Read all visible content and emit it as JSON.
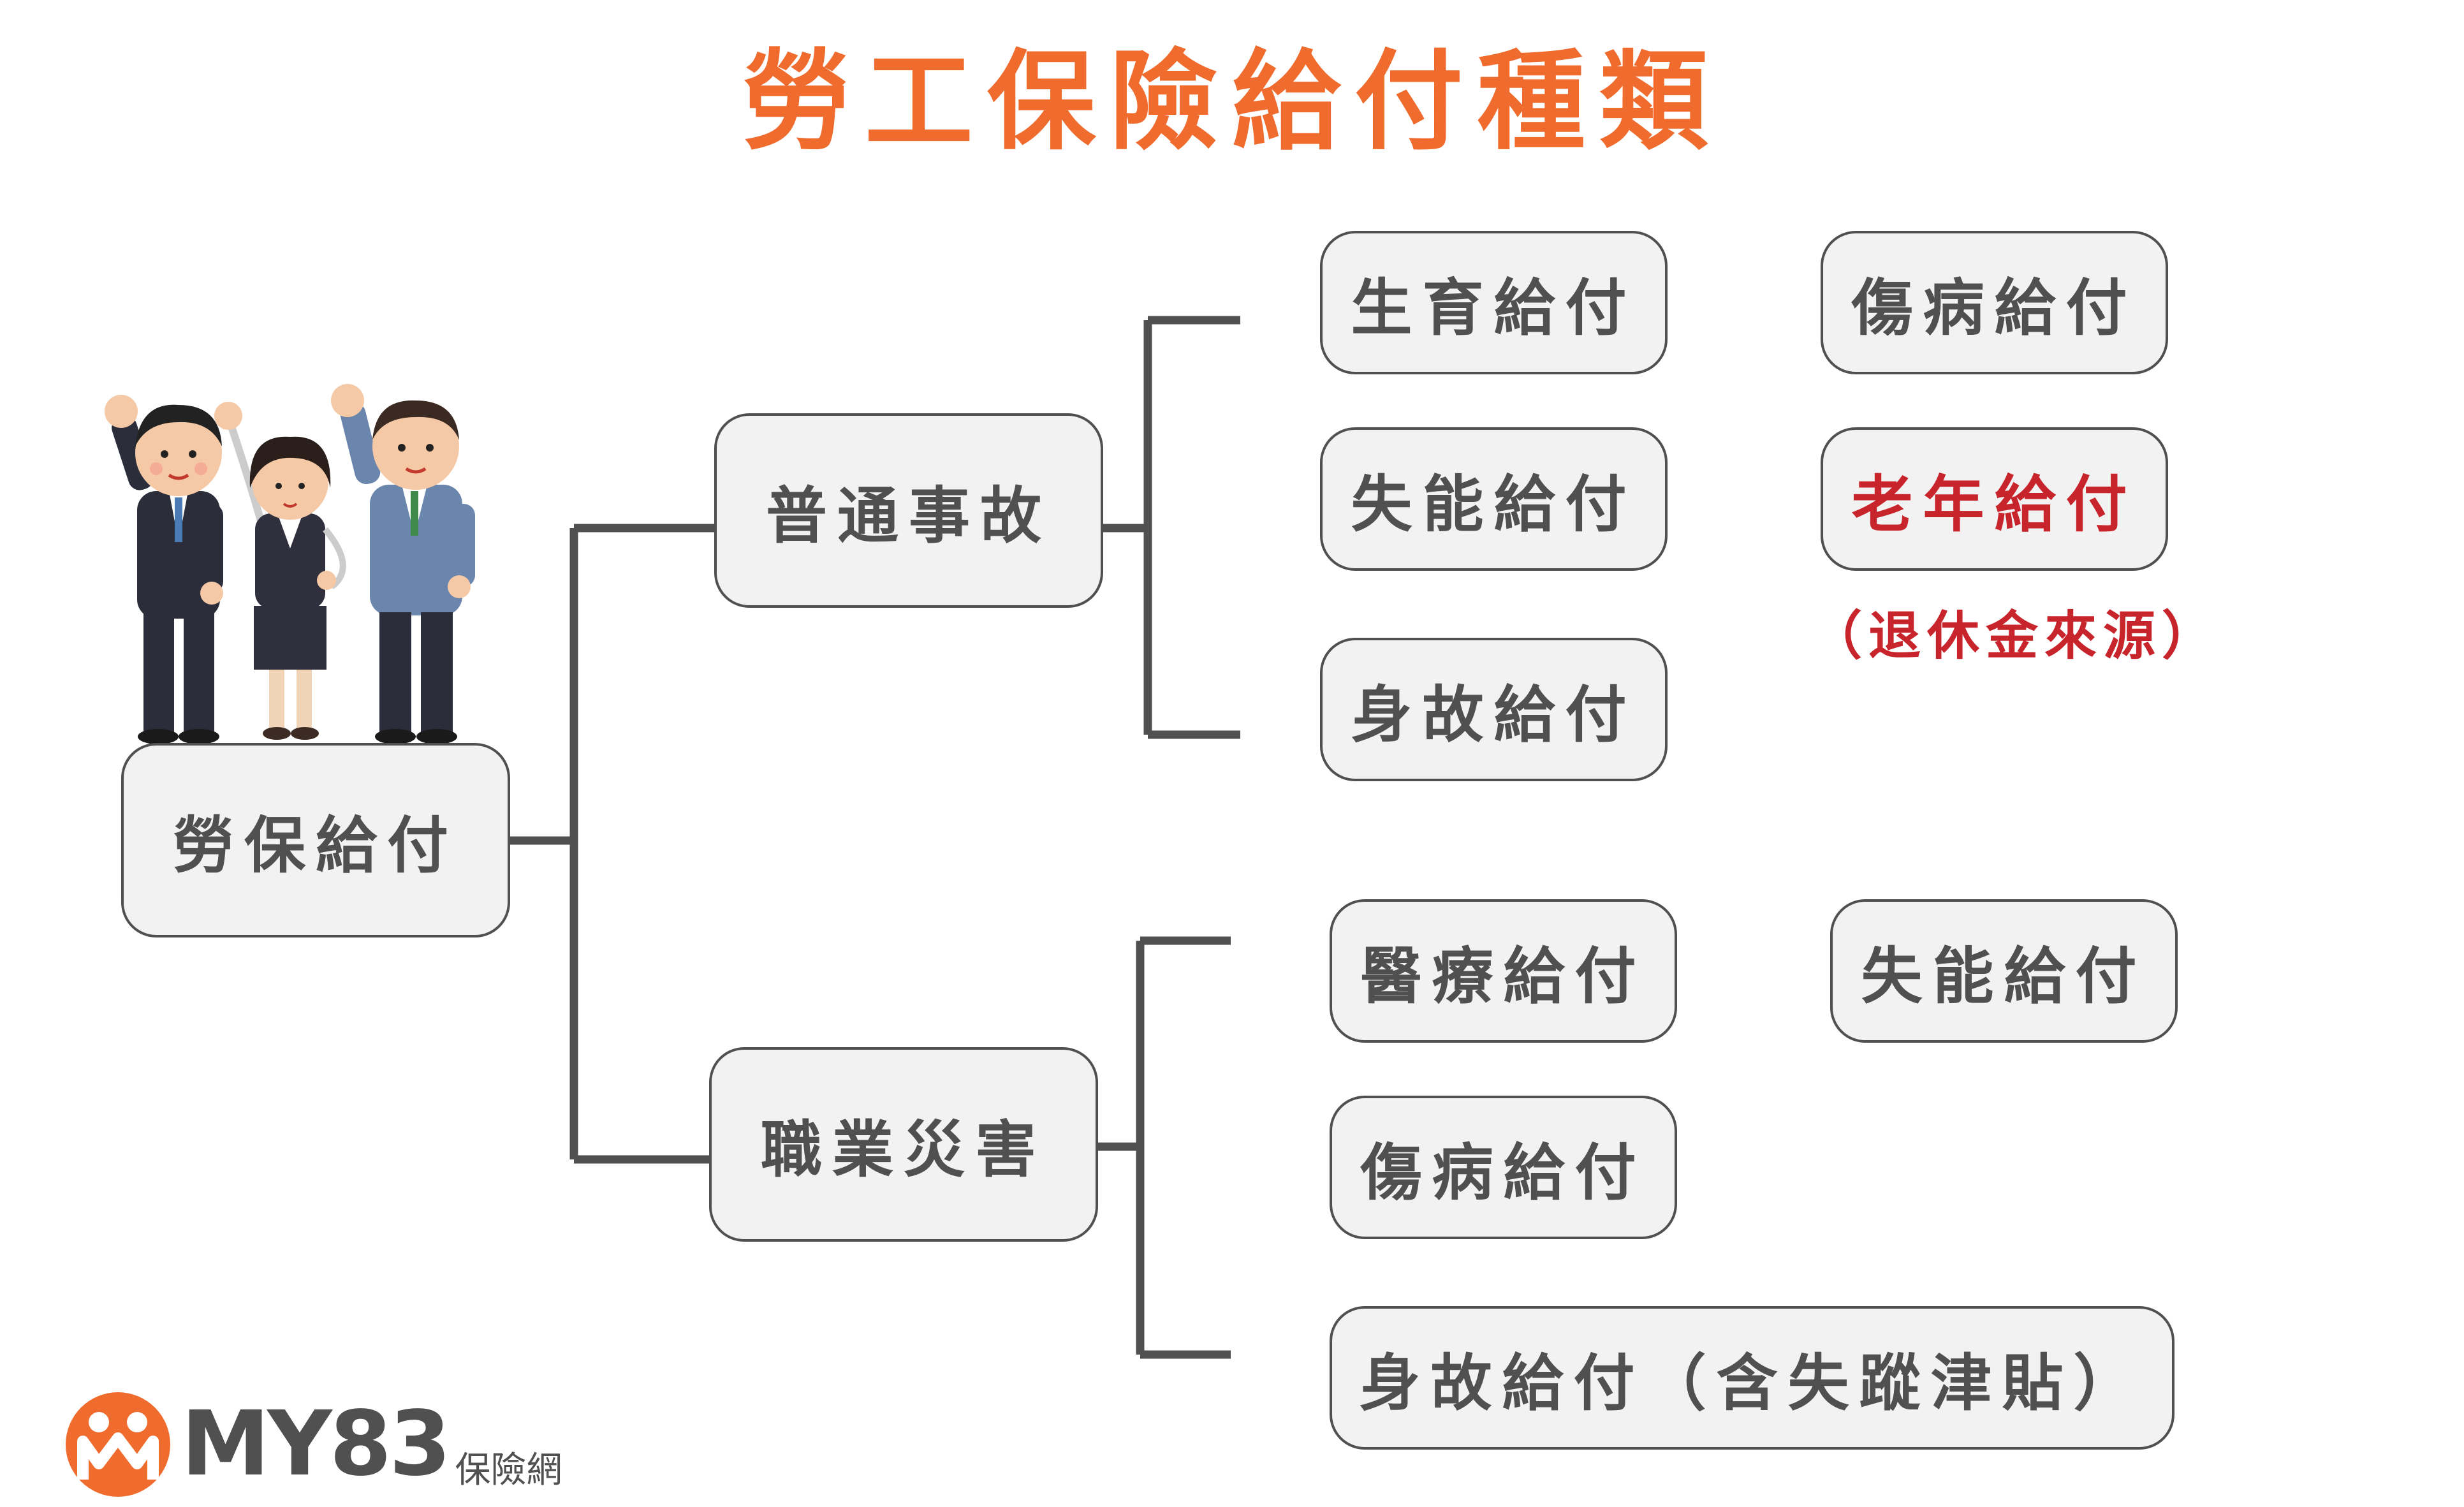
{
  "title": "勞工保險給付種類",
  "root": "勞保給付",
  "branches": {
    "normal": "普通事故",
    "occupational": "職業災害"
  },
  "normal_items": {
    "maternity": "生育給付",
    "disability": "失能給付",
    "death": "身故給付",
    "injury_sickness": "傷病給付",
    "old_age": "老年給付",
    "old_age_note": "（退休金來源）"
  },
  "occupational_items": {
    "medical": "醫療給付",
    "injury_sickness": "傷病給付",
    "death": "身故給付（含失蹤津貼）",
    "disability": "失能給付"
  },
  "logo": {
    "brand": "MY83",
    "sub": "保險網"
  },
  "colors": {
    "title": "#ef6c2e",
    "highlight": "#c8242b",
    "box_border": "#505050",
    "box_fill": "#f2f2f2",
    "line": "#505050"
  }
}
